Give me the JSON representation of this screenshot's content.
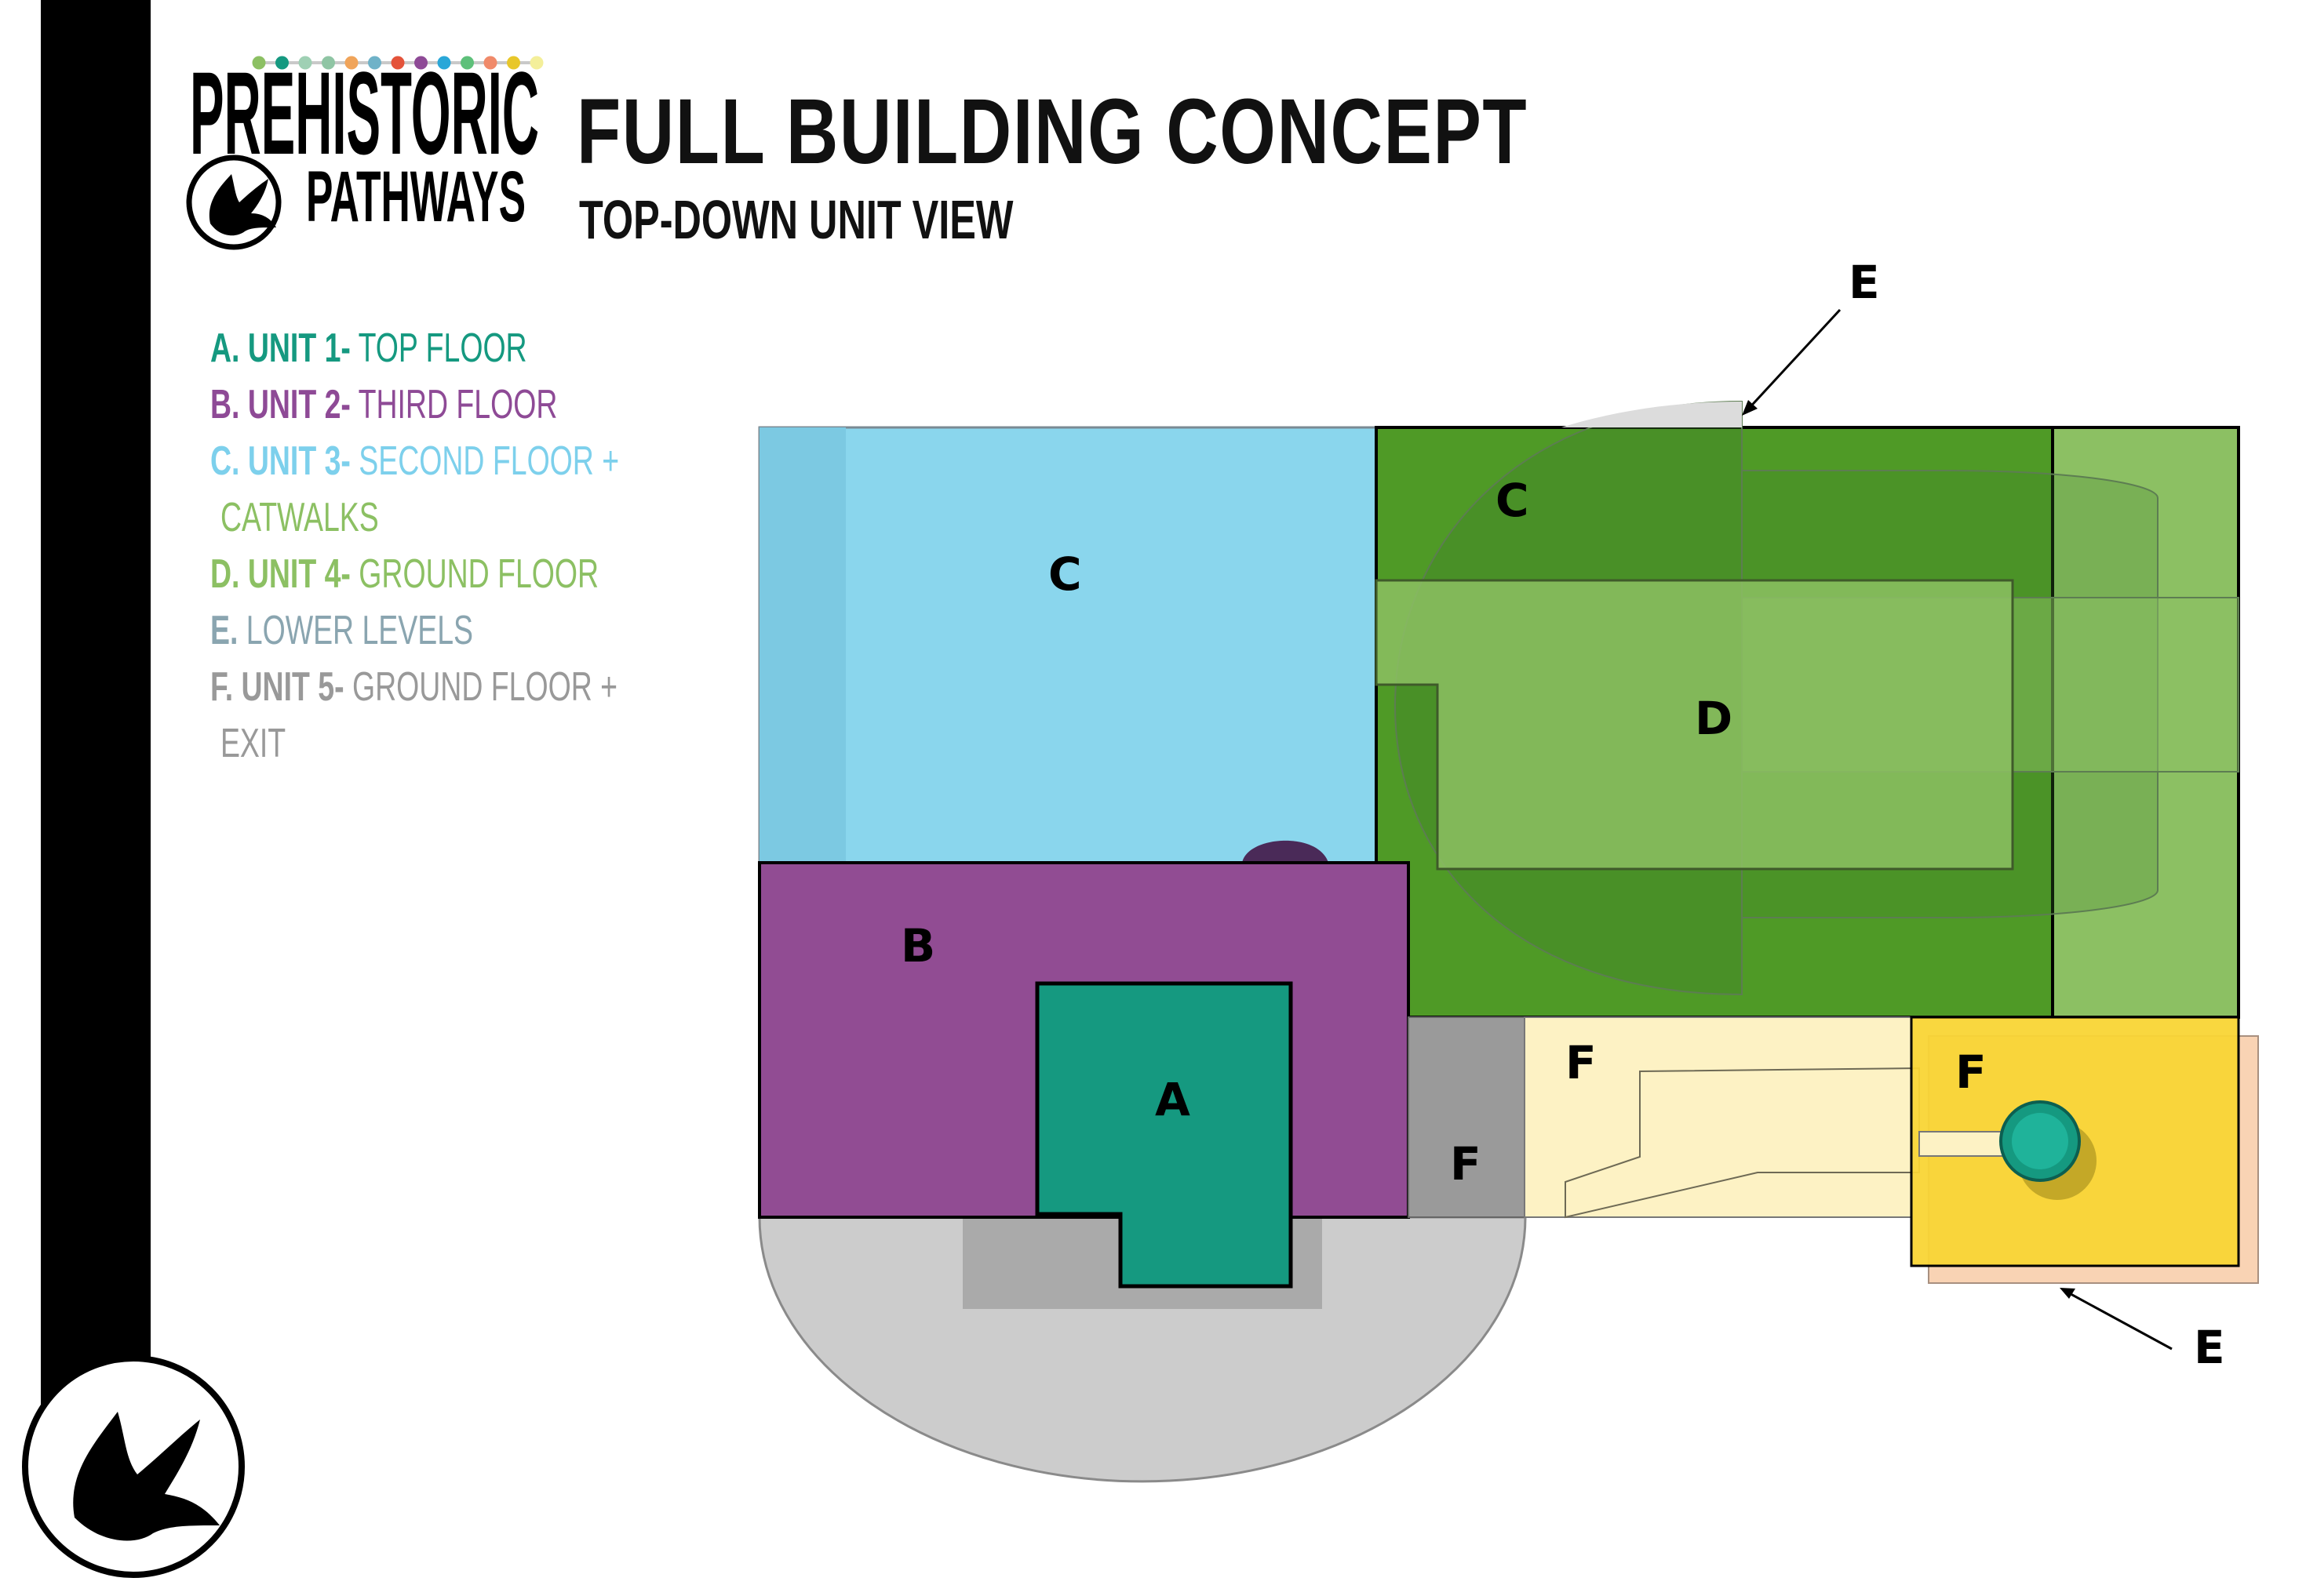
{
  "logo": {
    "line1": "PREHISTORIC",
    "line2": "PATHWAYS",
    "dot_colors": [
      "#8cc063",
      "#159980",
      "#9fd0b4",
      "#8fc5a4",
      "#f0a45a",
      "#6fb2c8",
      "#e4533a",
      "#8e4a96",
      "#2aa7d8",
      "#5ec07a",
      "#f08a6a",
      "#e8c72a",
      "#f4ef9a"
    ]
  },
  "header": {
    "title": "FULL BUILDING CONCEPT",
    "subtitle": "TOP-DOWN UNIT VIEW"
  },
  "legend": [
    {
      "key": "A. UNIT 1-",
      "desc": "TOP FLOOR",
      "color": "#159980"
    },
    {
      "key": "B. UNIT 2-",
      "desc": "THIRD FLOOR",
      "color": "#8e4a96"
    },
    {
      "key": "C. UNIT 3-",
      "desc": "SECOND FLOOR +",
      "color": "#7dd0ec"
    },
    {
      "cont": "CATWALKS",
      "color": "#8cc063"
    },
    {
      "key": "D. UNIT 4-",
      "desc": "GROUND FLOOR",
      "color": "#8cc063"
    },
    {
      "key": "E.",
      "desc": "LOWER LEVELS",
      "color": "#8aa5b0"
    },
    {
      "key": "F. UNIT 5-",
      "desc": "GROUND FLOOR +",
      "color": "#999999"
    },
    {
      "cont": "EXIT",
      "color": "#999999"
    }
  ],
  "plan_labels": {
    "a": "A",
    "b": "B",
    "c_left": "C",
    "c_right": "C",
    "d": "D",
    "e_top": "E",
    "e_bottom": "E",
    "f_gray": "F",
    "f_cream": "F",
    "f_yellow": "F"
  },
  "colors": {
    "unit1": "#159980",
    "unit2": "#914c93",
    "unit3": "#8ad6ed",
    "unit4": "#8cc063",
    "unit4_dark": "#4f9a26",
    "lower": "#c8c8c8",
    "unit5_gray": "#9a9a9a",
    "unit5_cream": "#fdf2c4",
    "unit5_yellow": "#f9d535",
    "peach": "#f9d3b4"
  }
}
